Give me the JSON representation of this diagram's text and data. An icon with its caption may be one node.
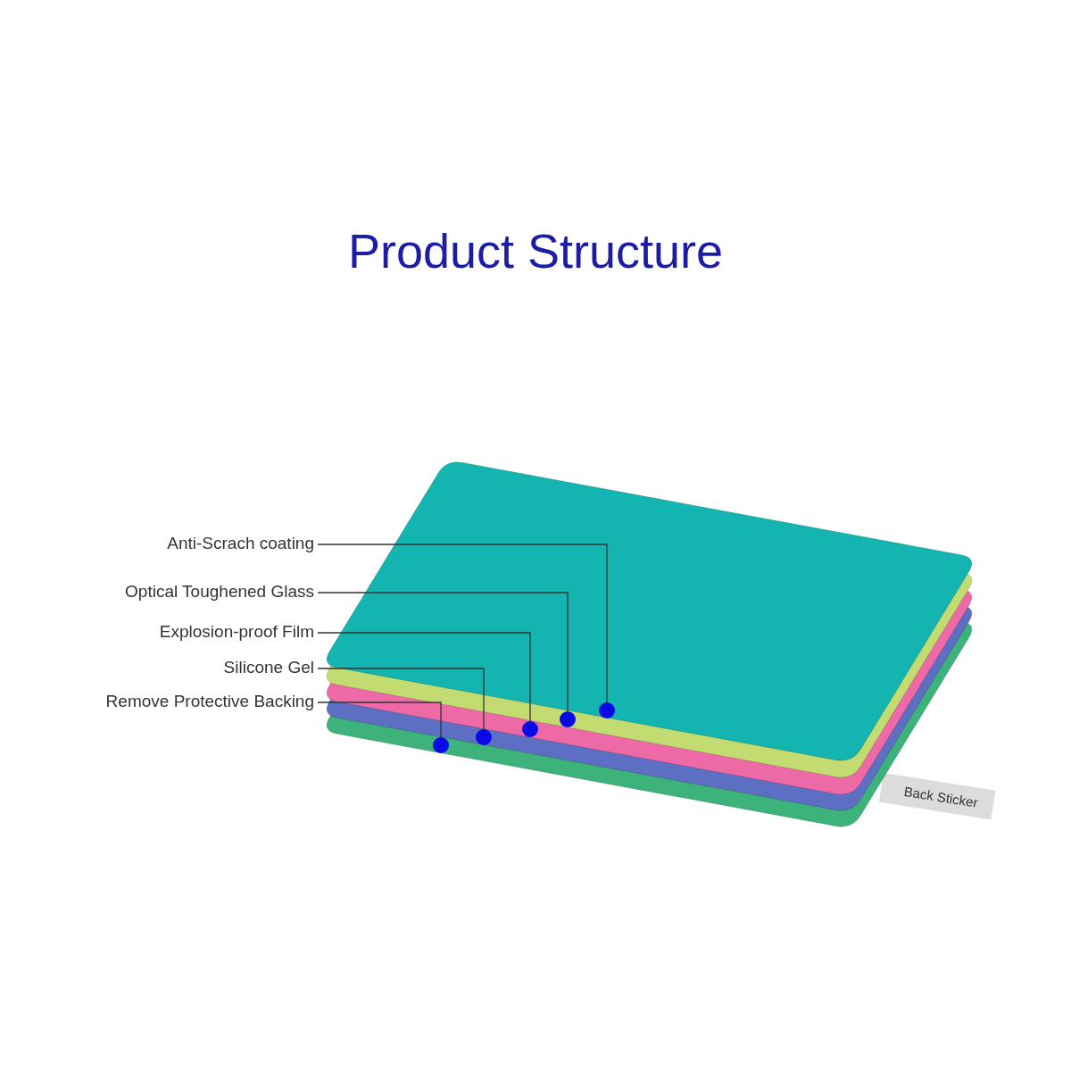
{
  "diagram": {
    "title": "Product Structure",
    "nodes": [
      {
        "text": [
          "Anti-Scrach coating"
        ]
      },
      {
        "text": [
          "Optical Toughened Glass"
        ]
      },
      {
        "text": [
          "Explosion-proof Film"
        ]
      },
      {
        "text": [
          "Silicone Gel"
        ]
      },
      {
        "text": [
          "Remove Protective Backing"
        ]
      },
      {
        "text": [],
        "shape": "box"
      },
      {
        "text": [],
        "shape": "box"
      },
      {
        "text": [],
        "shape": "box"
      },
      {
        "text": [],
        "shape": "box"
      },
      {
        "text": [],
        "shape": "box"
      },
      {
        "text": [
          "Back Sticker"
        ]
      }
    ],
    "edges": [
      {
        "from": 0,
        "to": 5,
        "arrow": "other"
      },
      {
        "from": 1,
        "to": 6,
        "arrow": "other"
      },
      {
        "from": 2,
        "to": 7,
        "arrow": "other"
      },
      {
        "from": 3,
        "to": 8,
        "arrow": "other"
      },
      {
        "from": 4,
        "to": 9,
        "arrow": "other"
      }
    ]
  }
}
